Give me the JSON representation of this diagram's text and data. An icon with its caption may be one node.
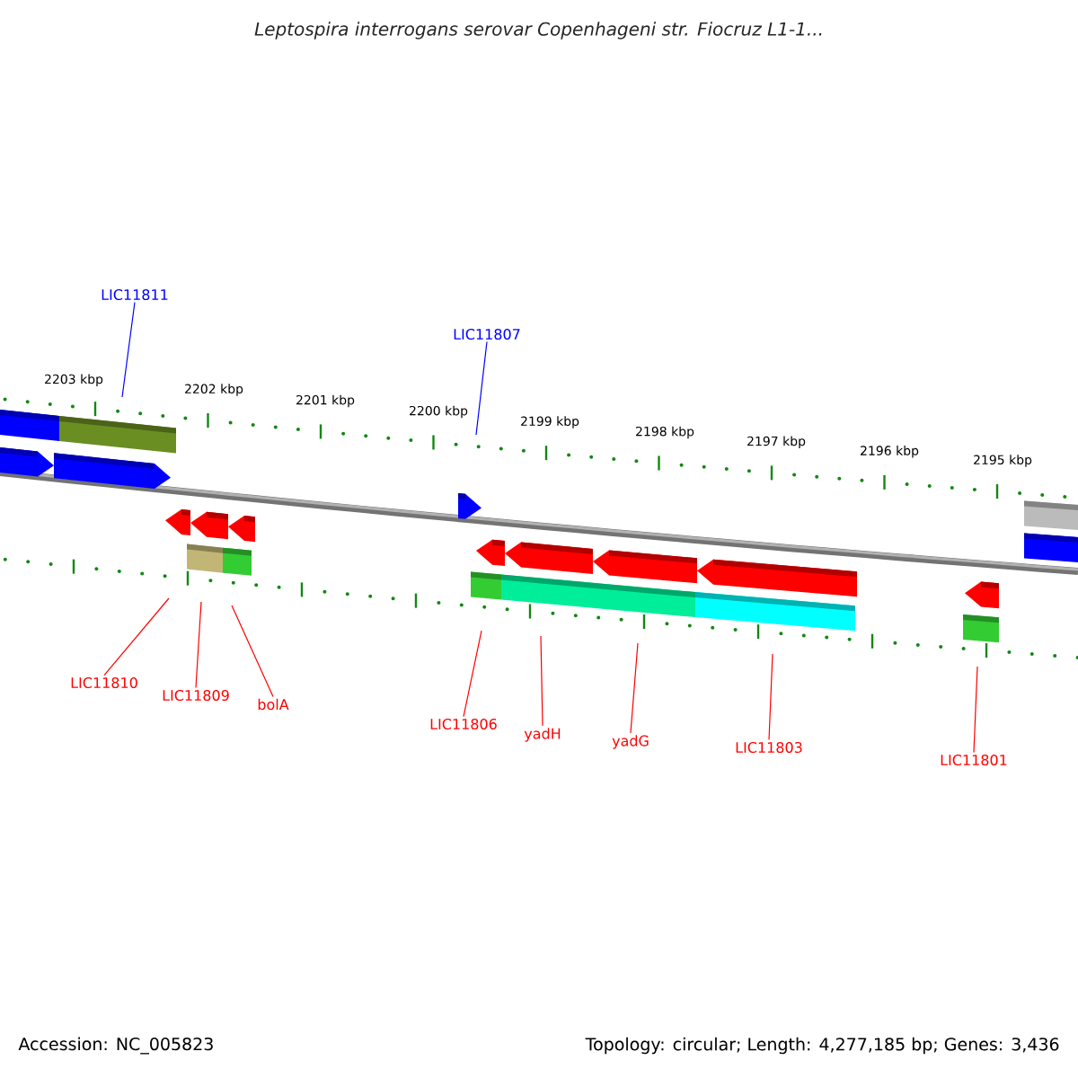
{
  "diagram": {
    "title": "Leptospira interrogans serovar Copenhageni str. Fiocruz L1-1...",
    "nodes": [
      {
        "text": [
          "LIC11811"
        ]
      },
      {
        "text": [
          "LIC11807"
        ]
      },
      {
        "text": [
          "LIC11810"
        ]
      },
      {
        "text": [
          "LIC11809"
        ]
      },
      {
        "text": [
          "bolA"
        ]
      },
      {
        "text": [
          "LIC11806"
        ]
      },
      {
        "text": [
          "yadH"
        ]
      },
      {
        "text": [
          "yadG"
        ]
      },
      {
        "text": [
          "LIC11803"
        ]
      },
      {
        "text": [
          "LIC11801"
        ]
      }
    ],
    "edges": [
      {
        "from": 0,
        "to": null,
        "arrow": "none",
        "color": "#0000ff"
      },
      {
        "from": 1,
        "to": null,
        "arrow": "none",
        "color": "#0000ff"
      },
      {
        "from": 2,
        "to": null,
        "arrow": "none"
      },
      {
        "from": 3,
        "to": null,
        "arrow": "none"
      },
      {
        "from": 4,
        "to": null,
        "arrow": "none"
      },
      {
        "from": 5,
        "to": null,
        "arrow": "none"
      },
      {
        "from": 6,
        "to": null,
        "arrow": "none"
      },
      {
        "from": 7,
        "to": null,
        "arrow": "none"
      },
      {
        "from": 8,
        "to": null,
        "arrow": "none"
      },
      {
        "from": 9,
        "to": null,
        "arrow": "none"
      }
    ],
    "labels": [
      "2203 kbp",
      "2202 kbp",
      "2201 kbp",
      "2200 kbp",
      "2199 kbp",
      "2198 kbp",
      "2197 kbp",
      "2196 kbp",
      "2195 kbp",
      "Accession: NC_005823",
      "Topology: circular; Length: 4,277,185 bp; Genes: 3,436"
    ]
  }
}
